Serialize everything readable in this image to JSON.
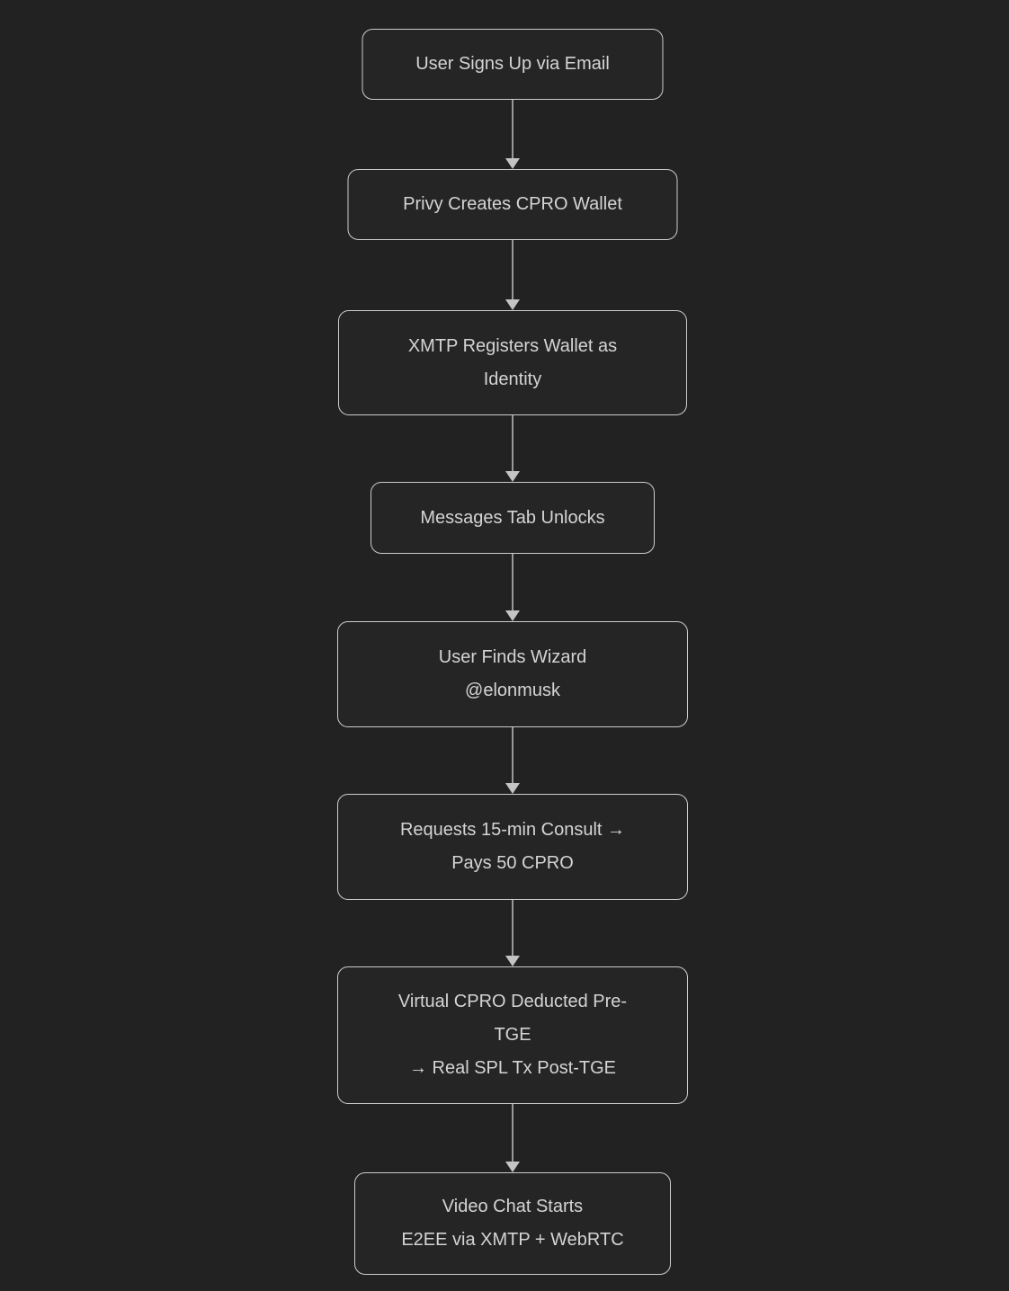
{
  "diagram": {
    "type": "flowchart",
    "direction": "top-down",
    "colors": {
      "background": "#222222",
      "node_fill": "#252525",
      "node_border": "#cccccc",
      "text": "#d4d4d4",
      "edge_line": "#999999",
      "arrowhead": "#c4c4c4"
    },
    "nodes": [
      {
        "id": "user-signup",
        "lines": [
          "User Signs Up via Email"
        ]
      },
      {
        "id": "privy-wallet",
        "lines": [
          "Privy Creates CPRO Wallet"
        ]
      },
      {
        "id": "xmtp-identity",
        "lines": [
          "XMTP Registers Wallet as",
          "Identity"
        ]
      },
      {
        "id": "messages-unlock",
        "lines": [
          "Messages Tab Unlocks"
        ]
      },
      {
        "id": "find-wizard",
        "lines": [
          "User Finds Wizard",
          "@elonmusk"
        ]
      },
      {
        "id": "request-consult",
        "lines": [
          "Requests 15-min Consult →",
          "Pays 50 CPRO"
        ]
      },
      {
        "id": "cpro-deduction",
        "lines": [
          "Virtual CPRO Deducted Pre-",
          "TGE",
          "→ Real SPL Tx Post-TGE"
        ]
      },
      {
        "id": "video-chat",
        "lines": [
          "Video Chat Starts",
          "E2EE via XMTP + WebRTC"
        ]
      }
    ],
    "edges": [
      {
        "from": "user-signup",
        "to": "privy-wallet"
      },
      {
        "from": "privy-wallet",
        "to": "xmtp-identity"
      },
      {
        "from": "xmtp-identity",
        "to": "messages-unlock"
      },
      {
        "from": "messages-unlock",
        "to": "find-wizard"
      },
      {
        "from": "find-wizard",
        "to": "request-consult"
      },
      {
        "from": "request-consult",
        "to": "cpro-deduction"
      },
      {
        "from": "cpro-deduction",
        "to": "video-chat"
      }
    ]
  }
}
